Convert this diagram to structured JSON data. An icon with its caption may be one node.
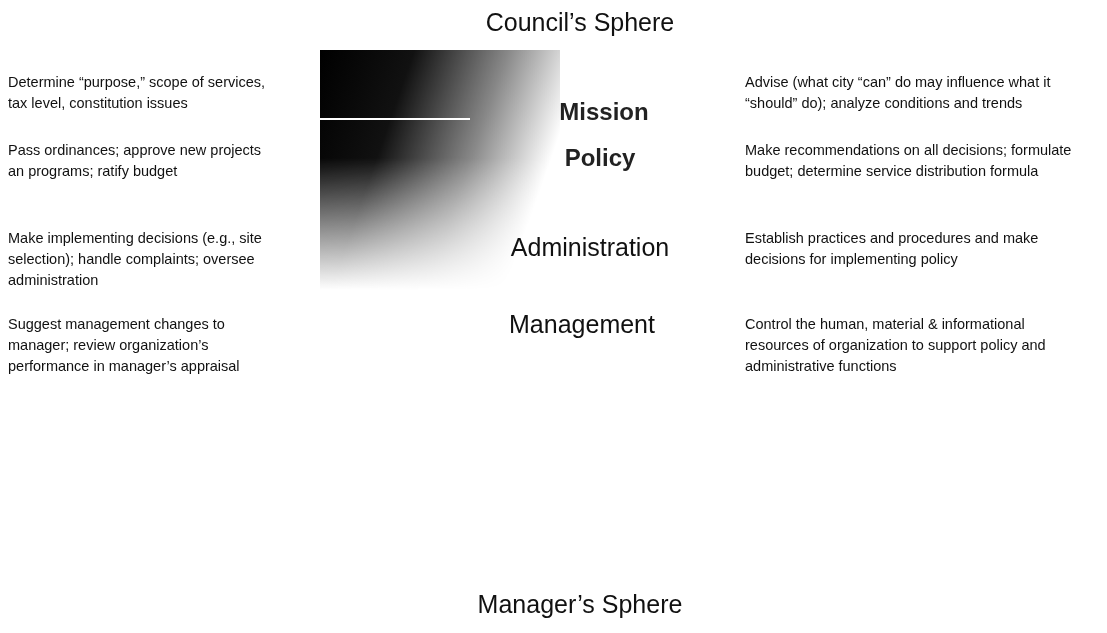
{
  "diagram": {
    "title": "Council’s Sphere",
    "caption": "Manager’s Sphere",
    "labels": [
      "Determine “purpose,” scope of services, tax level, constitution issues",
      "Mission",
      "Advise (what city “can” do may influence what it “should” do); analyze conditions and trends",
      "Pass ordinances; approve new projects an programs; ratify budget",
      "Policy",
      "Make recommendations on all decisions; formulate budget; determine service distribution formula",
      "Make implementing decisions (e.g., site selection); handle complaints; oversee administration",
      "Administration",
      "Establish practices and procedures and make decisions for implementing policy",
      "Suggest management changes to manager; review organization’s performance in manager’s appraisal",
      "Management",
      "Control the human, material & informational resources of organization to support policy and administrative functions"
    ]
  }
}
